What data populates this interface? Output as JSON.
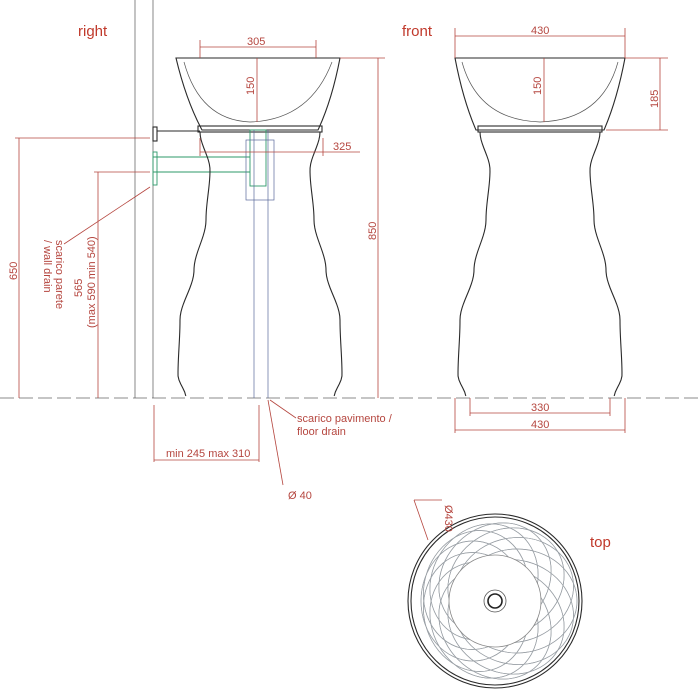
{
  "views": {
    "right": "right",
    "front": "front",
    "top": "top"
  },
  "right_view": {
    "basin_width": "305",
    "basin_depth": "150",
    "wall_offset": "325",
    "total_height": "850",
    "wall_drain_height": "650",
    "drain_height": "565",
    "drain_height_range": "(max 590 min 540)",
    "wall_drain_label": "scarico parete",
    "wall_drain_label_2": "/ wall drain",
    "floor_drain_label": "scarico pavimento /",
    "floor_drain_label_2": "floor drain",
    "floor_drain_offset": "min 245  max 310",
    "drain_diameter": "Ø 40"
  },
  "front_view": {
    "basin_width": "430",
    "basin_depth": "150",
    "rim_height": "185",
    "base_width": "330",
    "max_width": "430"
  },
  "top_view": {
    "diameter": "Ø430"
  },
  "colors": {
    "dimension": "#b5463f",
    "object": "#2a2a2a",
    "drain_pipe": "#2e9a6a"
  }
}
